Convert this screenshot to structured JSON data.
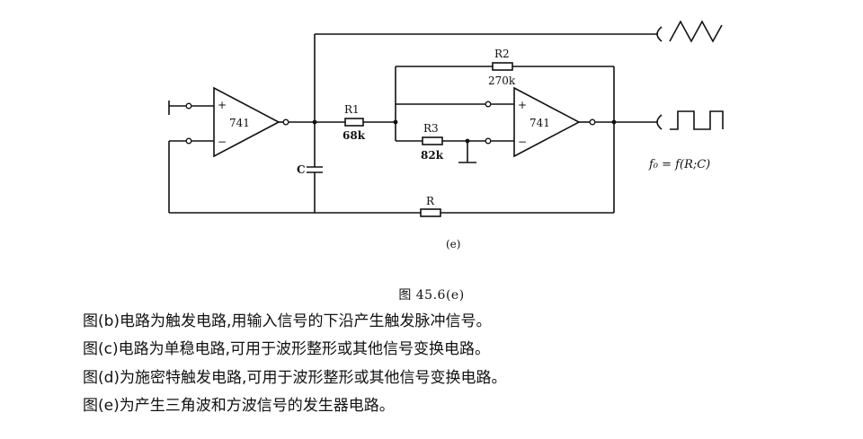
{
  "circuit": {
    "opamp_left": "741",
    "opamp_right": "741",
    "plus_sign": "+",
    "minus_sign": "−",
    "r1_name": "R1",
    "r1_value": "68k",
    "r2_name": "R2",
    "r2_value": "270k",
    "r3_name": "R3",
    "r3_value": "82k",
    "c_name": "C",
    "r_name": "R",
    "formula": "f₀ = f(R;C)",
    "sublabel": "(e)"
  },
  "caption": "图 45.6(e)",
  "descriptions": [
    "图(b)电路为触发电路,用输入信号的下沿产生触发脉冲信号。",
    "图(c)电路为单稳电路,可用于波形整形或其他信号变换电路。",
    "图(d)为施密特触发电路,可用于波形整形或其他信号变换电路。",
    "图(e)为产生三角波和方波信号的发生器电路。"
  ]
}
